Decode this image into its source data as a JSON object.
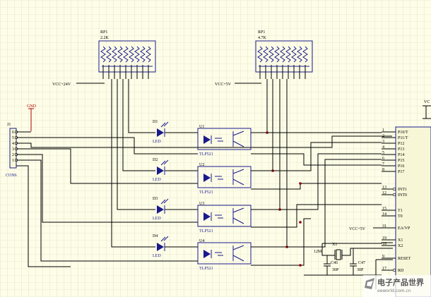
{
  "connector": {
    "ref": "J1",
    "name": "CON6",
    "pins": [
      "6",
      "5",
      "4",
      "3",
      "2",
      "1"
    ]
  },
  "gnd": {
    "label": "GND"
  },
  "rp1_left": {
    "ref": "RP1",
    "value": "2.2K",
    "vcc": "VCC+24V"
  },
  "rp1_right": {
    "ref": "RP1",
    "value": "4.7K",
    "vcc": "VCC+5V"
  },
  "leds": [
    {
      "ref": "D1",
      "value": "LED"
    },
    {
      "ref": "D2",
      "value": "LED"
    },
    {
      "ref": "D3",
      "value": "LED"
    },
    {
      "ref": "D4",
      "value": "LED"
    }
  ],
  "opto": [
    {
      "ref": "U1",
      "value": "TLP521"
    },
    {
      "ref": "U2",
      "value": "TLP521"
    },
    {
      "ref": "U3",
      "value": "TLP521"
    },
    {
      "ref": "U4",
      "value": "TLP521"
    }
  ],
  "mcu": {
    "pins": [
      {
        "num": "1",
        "name": "P10/T"
      },
      {
        "num": "2",
        "name": "P11/T"
      },
      {
        "num": "3",
        "name": "P12"
      },
      {
        "num": "4",
        "name": "P13"
      },
      {
        "num": "5",
        "name": "P14"
      },
      {
        "num": "6",
        "name": "P15"
      },
      {
        "num": "7",
        "name": "P16"
      },
      {
        "num": "8",
        "name": "P17"
      },
      {
        "num": "13",
        "name": "INT1"
      },
      {
        "num": "12",
        "name": "INT0"
      },
      {
        "num": "15",
        "name": "T1"
      },
      {
        "num": "14",
        "name": "T0"
      },
      {
        "num": "31",
        "name": "EA/VP"
      },
      {
        "num": "19",
        "name": "X1"
      },
      {
        "num": "18",
        "name": "X2"
      },
      {
        "num": "9",
        "name": "RESET"
      },
      {
        "num": "17",
        "name": "RD"
      }
    ],
    "vcc": "VCC+5V"
  },
  "crystal": {
    "ref": "X1",
    "value": "12M"
  },
  "caps": [
    {
      "ref": "C46",
      "value": "30P"
    },
    {
      "ref": "C47",
      "value": "30P"
    }
  ],
  "corner_label": "VC",
  "watermark": {
    "text": "电子产品世界",
    "url": "eeworld.com.cn",
    "icon": "eeworld-logo-icon"
  }
}
